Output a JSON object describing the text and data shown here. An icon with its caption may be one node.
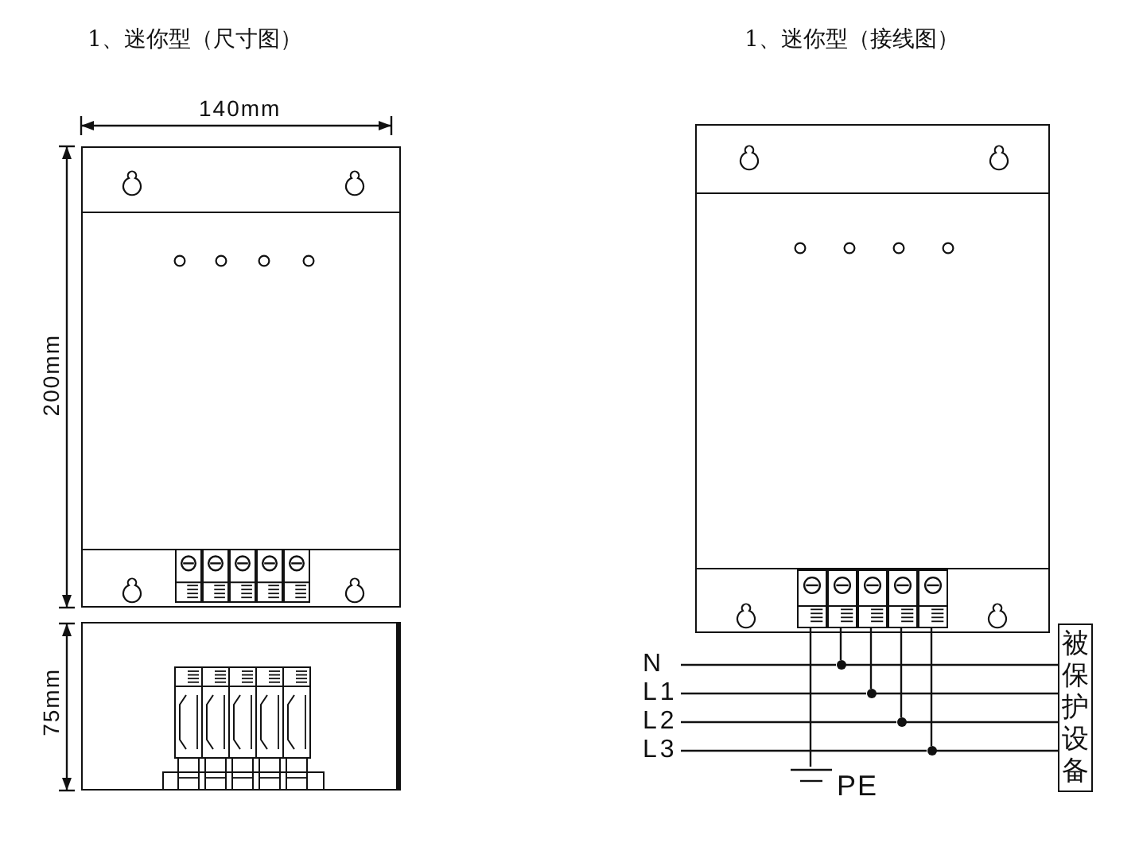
{
  "diagram": {
    "nodes": [
      {
        "text": [],
        "shape": "box"
      },
      {
        "text": [],
        "shape": "box"
      },
      {
        "text": [],
        "shape": "box"
      },
      {
        "text": [],
        "shape": "box",
        "in": 2
      },
      {
        "text": [],
        "shape": "box",
        "in": 2
      },
      {
        "text": [],
        "shape": "box",
        "in": 2
      },
      {
        "text": [],
        "shape": "box",
        "in": 2
      },
      {
        "text": [],
        "shape": "box",
        "in": 2
      },
      {
        "text": [
          "N"
        ]
      },
      {
        "text": [
          "L1"
        ]
      },
      {
        "text": [
          "L2"
        ]
      },
      {
        "text": [
          "L3"
        ]
      },
      {
        "text": [],
        "shape": "circle"
      },
      {
        "text": [],
        "shape": "circle"
      },
      {
        "text": [],
        "shape": "circle"
      },
      {
        "text": [],
        "shape": "circle"
      },
      {
        "text": [
          "PE"
        ]
      },
      {
        "text": [
          "被保护设备"
        ]
      }
    ],
    "edges": [
      {
        "from": 3,
        "to": 16,
        "arrow": "none"
      },
      {
        "from": 4,
        "to": 12,
        "arrow": "none"
      },
      {
        "from": 5,
        "to": 13,
        "arrow": "none"
      },
      {
        "from": 6,
        "to": 14,
        "arrow": "none"
      },
      {
        "from": 7,
        "to": 15,
        "arrow": "none"
      },
      {
        "from": 8,
        "to": 12,
        "arrow": "none"
      },
      {
        "from": 12,
        "to": 17,
        "arrow": "none"
      },
      {
        "from": 9,
        "to": 13,
        "arrow": "none"
      },
      {
        "from": 13,
        "to": 17,
        "arrow": "none"
      },
      {
        "from": 10,
        "to": 14,
        "arrow": "none"
      },
      {
        "from": 14,
        "to": 17,
        "arrow": "none"
      },
      {
        "from": 11,
        "to": 15,
        "arrow": "none"
      },
      {
        "from": 15,
        "to": 17,
        "arrow": "none"
      }
    ],
    "labels": [
      "1、迷你型（尺寸图）",
      "1、迷你型（接线图）",
      "140mm",
      "200mm",
      "75mm"
    ]
  }
}
